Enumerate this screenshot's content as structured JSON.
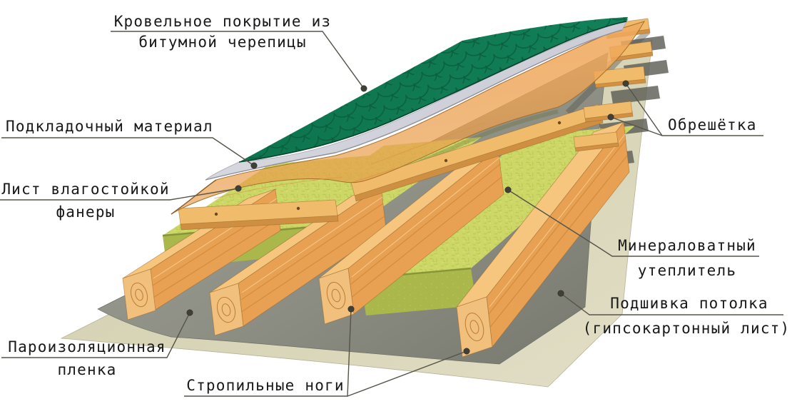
{
  "diagram": {
    "subject": "roof-layer-structure",
    "labels": {
      "roof_covering": {
        "line1": "Кровельное покрытие из",
        "line2": "битумной черепицы"
      },
      "underlayment": {
        "text": "Подкладочный материал"
      },
      "plywood": {
        "line1": "Лист влагостойкой",
        "line2": "фанеры"
      },
      "battens": {
        "text": "Обрешётка"
      },
      "insulation": {
        "line1": "Минераловатный",
        "line2": "утеплитель"
      },
      "ceiling": {
        "line1": "Подшивка потолка",
        "line2": "(гипсокартонный лист)"
      },
      "vapor_film": {
        "line1": "Пароизоляционная",
        "line2": "пленка"
      },
      "rafters": {
        "text": "Стропильные ноги"
      }
    },
    "colors": {
      "shingles_green": "#0e7950",
      "underlayment_gray": "#d3d4db",
      "plywood_orange": "#efa458",
      "rafter_wood": "#eaa75c",
      "insulation_yellow": "#ccd766",
      "vapor_film_gray": "#8e8f85",
      "ceiling_beige": "#d9d5b8",
      "leader_line": "#55544a",
      "text": "#181818"
    }
  }
}
